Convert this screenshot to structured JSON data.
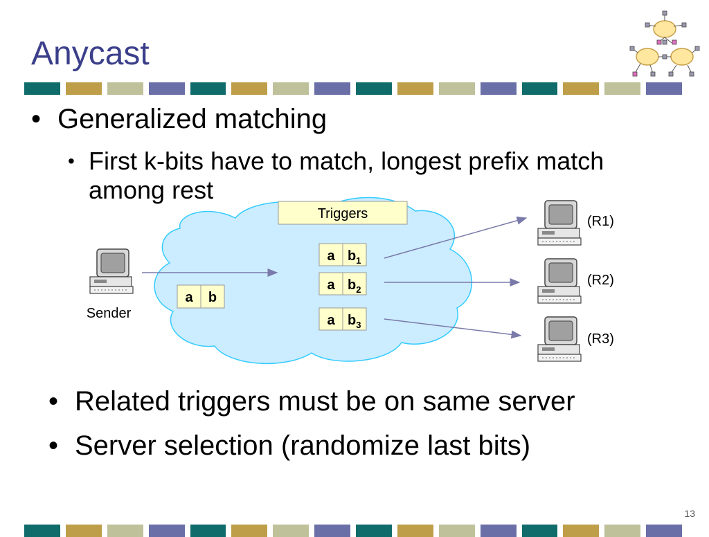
{
  "slide": {
    "title": "Anycast",
    "bullet1": "Generalized matching",
    "bullet2": "First k-bits have to match, longest prefix match among rest",
    "bullet3": "Related triggers must be on same server",
    "bullet4": "Server selection (randomize last bits)",
    "page_number": "13",
    "bullet_glyph": "•"
  },
  "diagram": {
    "triggers_label": "Triggers",
    "sender_label": "Sender",
    "packet": {
      "a": "a",
      "b": "b"
    },
    "triggers": [
      {
        "a": "a",
        "b": "b",
        "sub": "1"
      },
      {
        "a": "a",
        "b": "b",
        "sub": "2"
      },
      {
        "a": "a",
        "b": "b",
        "sub": "3"
      }
    ],
    "receivers": [
      "(R1)",
      "(R2)",
      "(R3)"
    ]
  },
  "colors": {
    "title": "#3B3F8A",
    "cloud_fill": "#CCECFF",
    "cloud_stroke": "#33CCFF",
    "box_fill": "#FFFFCC",
    "arrow": "#7A7AAA",
    "bar_pattern": [
      "#0F6C6A",
      "#BE9E48",
      "#BFC19A",
      "#6A6FA8"
    ]
  }
}
